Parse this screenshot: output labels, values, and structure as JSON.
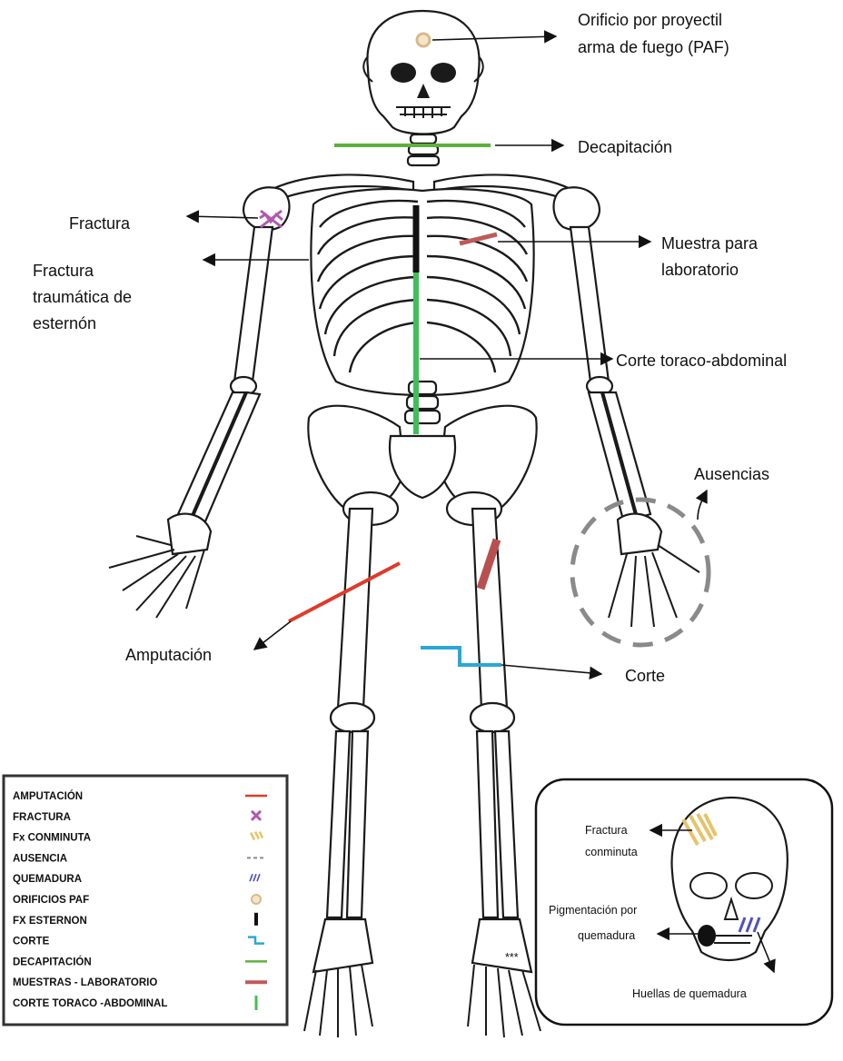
{
  "colors": {
    "amputation": "#e03a2a",
    "fracture": "#b05ab0",
    "comminuted": "#e6c36a",
    "absence": "#8a8a8a",
    "burn": "#5050c0",
    "paf": "#d9b98a",
    "sternum": "#111111",
    "cut": "#2aa7d8",
    "decapitation": "#5cb13c",
    "lab_sample": "#c05a5a",
    "thoraco_cut": "#3fbf5a"
  },
  "labels": {
    "paf_line1": "Orificio por proyectil",
    "paf_line2": "arma de fuego (PAF)",
    "decapitation": "Decapitación",
    "fracture": "Fractura",
    "sternum_line1": "Fractura",
    "sternum_line2": "traumática de",
    "sternum_line3": "esternón",
    "lab_line1": "Muestra para",
    "lab_line2": "laboratorio",
    "thoraco": "Corte toraco-abdominal",
    "absences": "Ausencias",
    "amputation": "Amputación",
    "cut": "Corte"
  },
  "legend": {
    "items": [
      {
        "label": "AMPUTACIÓN",
        "symbol": "amputation"
      },
      {
        "label": "FRACTURA",
        "symbol": "fracture"
      },
      {
        "label": "Fx  CONMINUTA",
        "symbol": "comminuted"
      },
      {
        "label": "AUSENCIA",
        "symbol": "absence"
      },
      {
        "label": "QUEMADURA",
        "symbol": "burn"
      },
      {
        "label": "ORIFICIOS PAF",
        "symbol": "paf"
      },
      {
        "label": "FX ESTERNON",
        "symbol": "sternum"
      },
      {
        "label": "CORTE",
        "symbol": "cut"
      },
      {
        "label": "DECAPITACIÓN",
        "symbol": "decapitation"
      },
      {
        "label": "MUESTRAS - LABORATORIO",
        "symbol": "lab_sample"
      },
      {
        "label": "CORTE TORACO -ABDOMINAL",
        "symbol": "thoraco_cut"
      }
    ]
  },
  "inset": {
    "comminuted_line1": "Fractura",
    "comminuted_line2": "conminuta",
    "pigment_line1": "Pigmentación por",
    "pigment_line2": "quemadura",
    "burn_marks": "Huellas de quemadura",
    "stars": "***"
  }
}
